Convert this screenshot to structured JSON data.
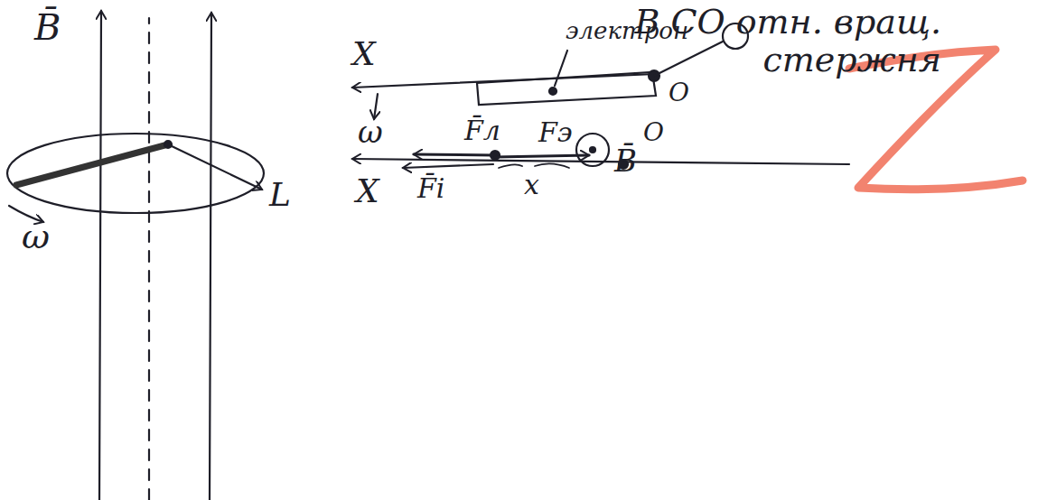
{
  "diagram": {
    "labels": [
      "B̄",
      "ω",
      "L",
      "В СО отн. вращ. стержня",
      "X",
      "электрон",
      "O",
      "ω",
      "B̄",
      "X",
      "F̄л",
      "Fэ",
      "O",
      "F̄i",
      "x"
    ]
  }
}
